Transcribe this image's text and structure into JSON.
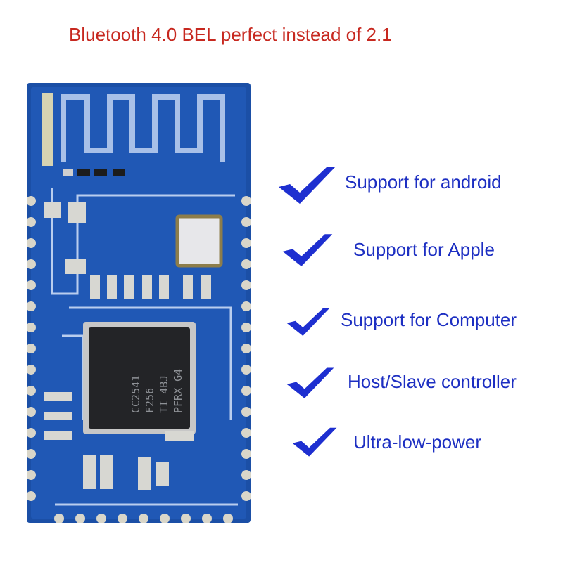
{
  "headline": "Bluetooth 4.0 BEL perfect instead of 2.1",
  "chip": {
    "lines": [
      "CC2541",
      "F256",
      "TI 4BJ",
      "PFRX G4"
    ]
  },
  "features": [
    {
      "label": "Support for android",
      "icon": "checkmark-icon"
    },
    {
      "label": "Support for Apple",
      "icon": "checkmark-icon"
    },
    {
      "label": "Support for Computer",
      "icon": "checkmark-icon"
    },
    {
      "label": "Host/Slave controller",
      "icon": "checkmark-icon"
    },
    {
      "label": "Ultra-low-power",
      "icon": "checkmark-icon"
    }
  ],
  "colors": {
    "headline": "#c7281f",
    "feature_text": "#1d2fc2",
    "checkmark": "#1e2fd0",
    "pcb": "#1b4fa6",
    "chip": "#232427"
  }
}
